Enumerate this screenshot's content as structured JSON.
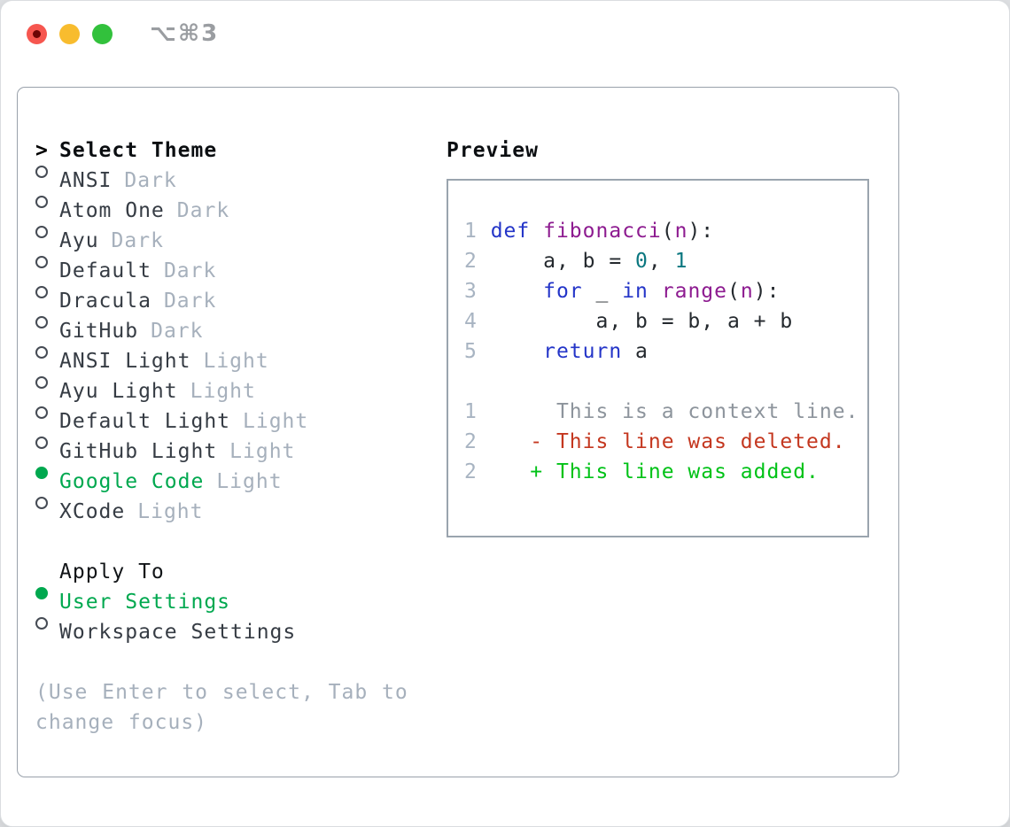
{
  "window": {
    "title": "⌥⌘3",
    "traffic_lights": [
      "close",
      "minimize",
      "zoom"
    ]
  },
  "theme_selector": {
    "header_prefix": ">",
    "header_label": "Select Theme",
    "items": [
      {
        "name": "ANSI",
        "variant": "Dark",
        "selected": false
      },
      {
        "name": "Atom One",
        "variant": "Dark",
        "selected": false
      },
      {
        "name": "Ayu",
        "variant": "Dark",
        "selected": false
      },
      {
        "name": "Default",
        "variant": "Dark",
        "selected": false
      },
      {
        "name": "Dracula",
        "variant": "Dark",
        "selected": false
      },
      {
        "name": "GitHub",
        "variant": "Dark",
        "selected": false
      },
      {
        "name": "ANSI Light",
        "variant": "Light",
        "selected": false
      },
      {
        "name": "Ayu Light",
        "variant": "Light",
        "selected": false
      },
      {
        "name": "Default Light",
        "variant": "Light",
        "selected": false
      },
      {
        "name": "GitHub Light",
        "variant": "Light",
        "selected": false
      },
      {
        "name": "Google Code",
        "variant": "Light",
        "selected": true
      },
      {
        "name": "XCode",
        "variant": "Light",
        "selected": false
      }
    ],
    "apply_to": {
      "label": "Apply To",
      "options": [
        {
          "label": "User Settings",
          "selected": true
        },
        {
          "label": "Workspace Settings",
          "selected": false
        }
      ]
    },
    "help_text": "(Use Enter to select, Tab to change focus)"
  },
  "preview": {
    "title": "Preview",
    "code_lines": [
      {
        "num": "1",
        "tokens": [
          [
            "def",
            "kw"
          ],
          [
            " ",
            "pl"
          ],
          [
            "fibonacci",
            "fn"
          ],
          [
            "(",
            "pl"
          ],
          [
            "n",
            "fn"
          ],
          [
            "):",
            "pl"
          ]
        ]
      },
      {
        "num": "2",
        "tokens": [
          [
            "    a, b = ",
            "pl"
          ],
          [
            "0",
            "num"
          ],
          [
            ", ",
            "pl"
          ],
          [
            "1",
            "num"
          ]
        ]
      },
      {
        "num": "3",
        "tokens": [
          [
            "    ",
            "pl"
          ],
          [
            "for",
            "kw"
          ],
          [
            " _ ",
            "pl"
          ],
          [
            "in",
            "kw"
          ],
          [
            " ",
            "pl"
          ],
          [
            "range",
            "fn"
          ],
          [
            "(",
            "pl"
          ],
          [
            "n",
            "fn"
          ],
          [
            "):",
            "pl"
          ]
        ]
      },
      {
        "num": "4",
        "tokens": [
          [
            "        a, b = b, a + b",
            "pl"
          ]
        ]
      },
      {
        "num": "5",
        "tokens": [
          [
            "    ",
            "pl"
          ],
          [
            "return",
            "kw"
          ],
          [
            " a",
            "pl"
          ]
        ]
      }
    ],
    "diff_lines": [
      {
        "num": "1",
        "marker": " ",
        "text": "This is a context line.",
        "kind": "ctx"
      },
      {
        "num": "2",
        "marker": "-",
        "text": "This line was deleted.",
        "kind": "del"
      },
      {
        "num": "2",
        "marker": "+",
        "text": "This line was added.",
        "kind": "add"
      }
    ]
  },
  "colors": {
    "accent_green": "#00a84f",
    "keyword_blue": "#2435c8",
    "function_purple": "#8d1b90",
    "number_teal": "#0b7780",
    "diff_red": "#c4371f",
    "diff_green": "#00c217",
    "muted_gray": "#a6b0bc",
    "text_dark": "#363c44",
    "panel_border": "#99a1ab",
    "traffic_red": "#f6564f",
    "traffic_yellow": "#f8bc2e",
    "traffic_green": "#32c13c"
  }
}
